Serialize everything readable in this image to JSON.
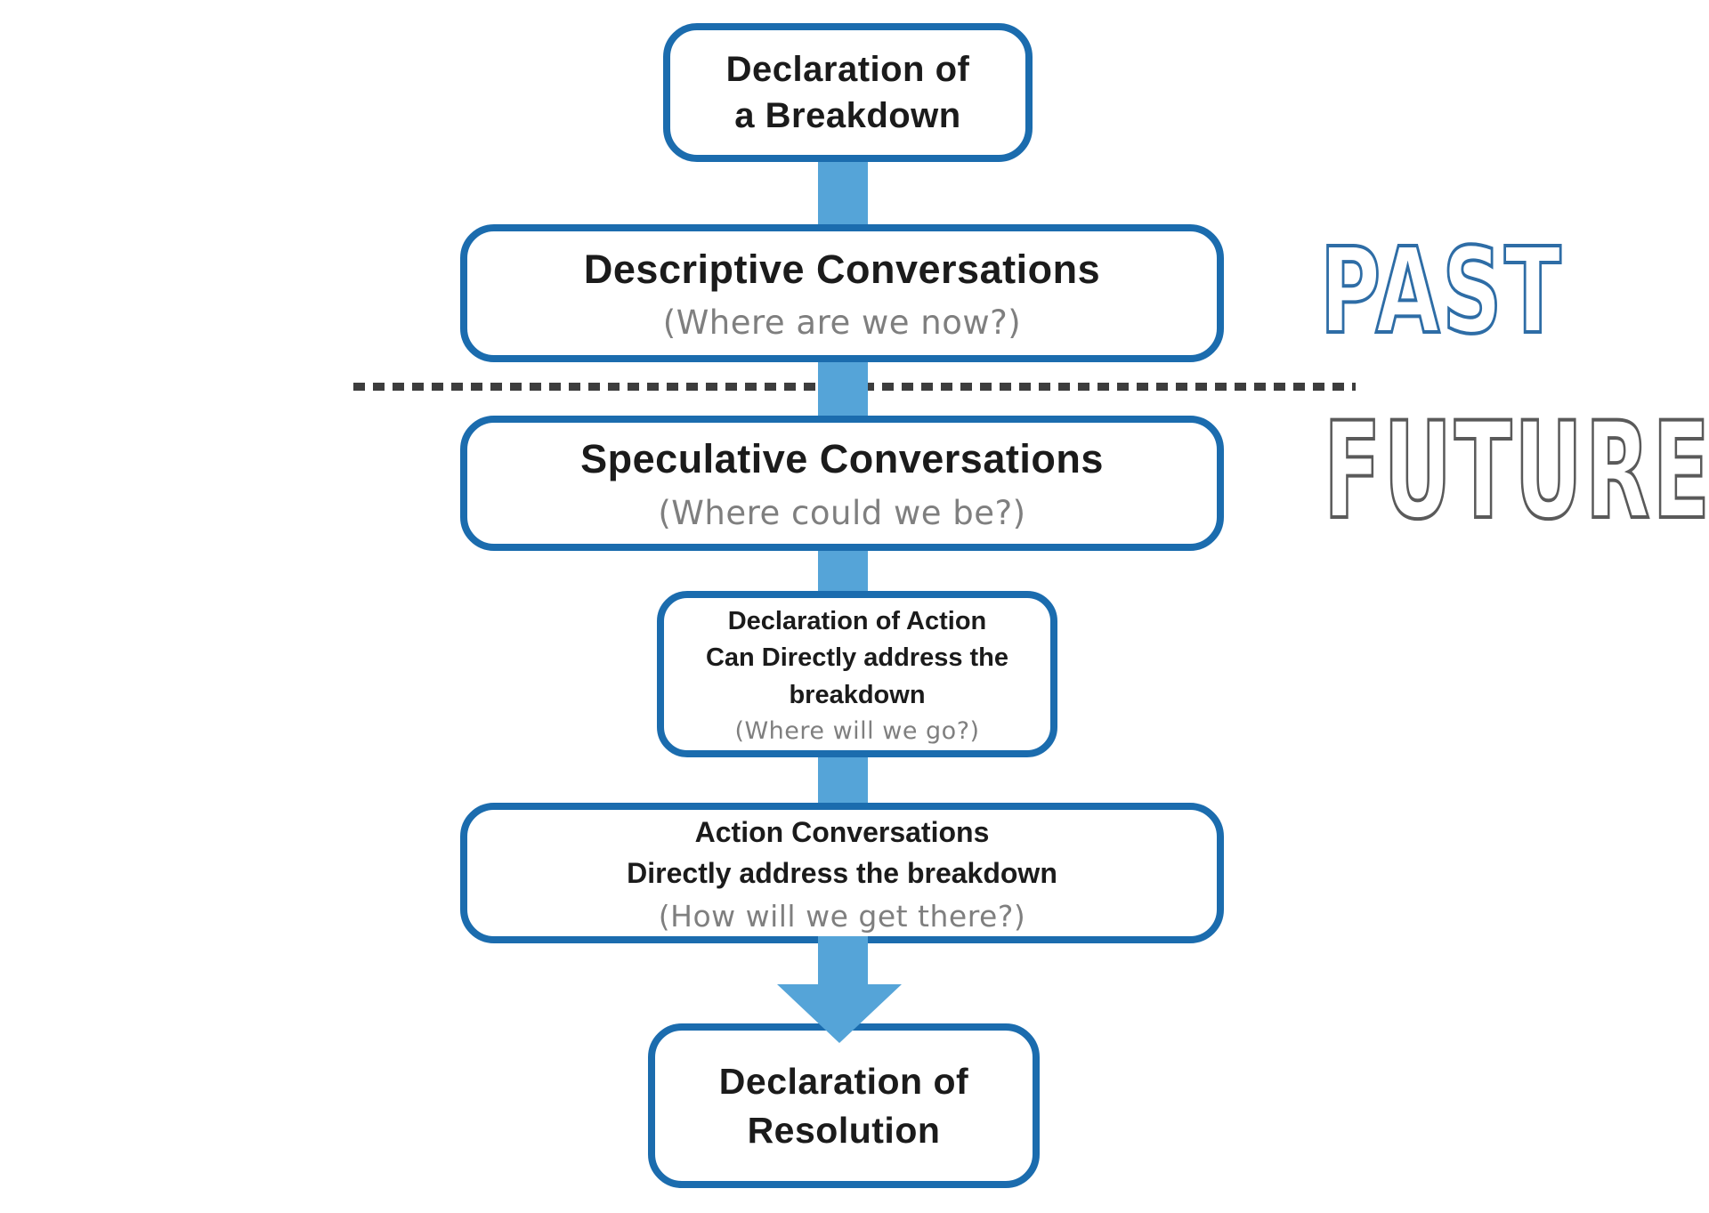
{
  "palette": {
    "box_border_blue": "#1b6cae",
    "arrow_blue": "#55a4d8",
    "past_outline_blue": "#2e6da6",
    "future_outline_gray": "#5a5a5a",
    "heading_text": "#1b1b1b",
    "subtitle_gray": "#7f7f7f",
    "divider_gray": "#3d3d3d"
  },
  "timeline": {
    "past": "PAST",
    "future": "FUTURE"
  },
  "flow": {
    "breakdown": {
      "line1": "Declaration of",
      "line2": "a Breakdown"
    },
    "descriptive": {
      "title": "Descriptive Conversations",
      "subtitle": "(Where are we now?)"
    },
    "speculative": {
      "title": "Speculative Conversations",
      "subtitle": "(Where could we be?)"
    },
    "action_declaration": {
      "line1": "Declaration of Action",
      "line2": "Can Directly address the",
      "line3": "breakdown",
      "subtitle": "(Where will we go?)"
    },
    "action_conversations": {
      "line1": "Action Conversations",
      "line2": "Directly address the breakdown",
      "subtitle": "(How will we get there?)"
    },
    "resolution": {
      "line1": "Declaration of",
      "line2": "Resolution"
    }
  }
}
